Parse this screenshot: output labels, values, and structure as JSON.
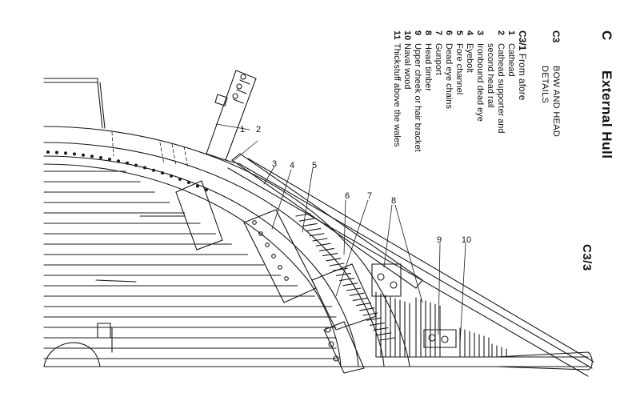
{
  "header": {
    "section_letter": "C",
    "section_title": "External Hull",
    "page_ref": "C3/3"
  },
  "subsection": {
    "id": "C3",
    "title_line1": "BOW AND HEAD",
    "title_line2": "DETAILS"
  },
  "figure": {
    "id": "C3/1",
    "title": "From afore",
    "legend": [
      {
        "num": "1",
        "lines": [
          "Cathead"
        ]
      },
      {
        "num": "2",
        "lines": [
          "Cathead supporter and",
          "second head rail"
        ]
      },
      {
        "num": "3",
        "lines": [
          "Ironbound dead eye"
        ]
      },
      {
        "num": "4",
        "lines": [
          "Eyebolt"
        ]
      },
      {
        "num": "5",
        "lines": [
          "Fore channel"
        ]
      },
      {
        "num": "6",
        "lines": [
          "Dead eye chains"
        ]
      },
      {
        "num": "7",
        "lines": [
          "Gunport"
        ]
      },
      {
        "num": "8",
        "lines": [
          "Head timber"
        ]
      },
      {
        "num": "9",
        "lines": [
          "Upper cheek or hair bracket"
        ]
      },
      {
        "num": "10",
        "lines": [
          "Naval wood"
        ]
      },
      {
        "num": "11",
        "lines": [
          "Thickstuff above the wales"
        ]
      }
    ],
    "callouts": [
      "1",
      "2",
      "3",
      "4",
      "5",
      "6",
      "7",
      "8",
      "9",
      "10"
    ]
  }
}
